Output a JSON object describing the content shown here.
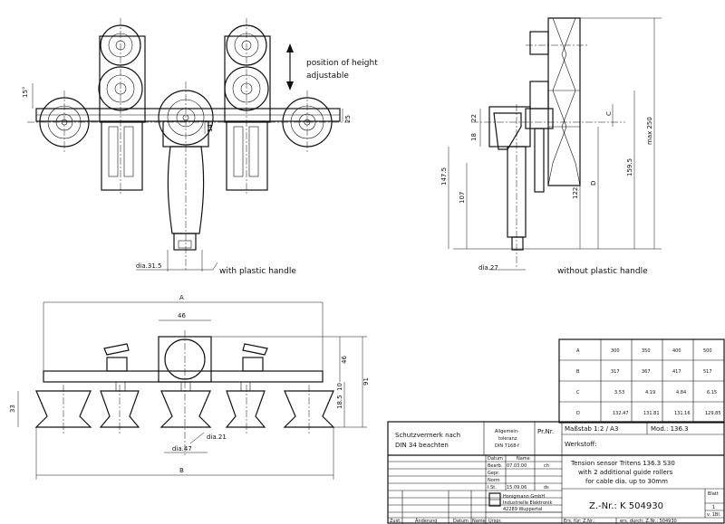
{
  "labels": {
    "height_note_1": "position of height",
    "height_note_2": "adjustable",
    "with_handle": "with plastic handle",
    "without_handle": "without plastic handle",
    "dia_31_5": "dia.31.5",
    "dia_27": "dia.27",
    "dia_47": "dia.47",
    "dia_21": "dia.21"
  },
  "dimensions": {
    "front": [
      "15°",
      "25",
      "14"
    ],
    "side": [
      "22",
      "18",
      "147.5",
      "107",
      "122",
      "D",
      "159.5",
      "max 250",
      "C"
    ],
    "bottom": [
      "A",
      "46",
      "B",
      "33",
      "46",
      "91",
      "18.5",
      "10"
    ]
  },
  "table": {
    "rows": [
      {
        "label": "A",
        "values": [
          "300",
          "350",
          "400",
          "500"
        ]
      },
      {
        "label": "B",
        "values": [
          "317",
          "367",
          "417",
          "517"
        ]
      },
      {
        "label": "C",
        "values": [
          "3.53",
          "4.19",
          "4.84",
          "6.15"
        ]
      },
      {
        "label": "D",
        "values": [
          "132.47",
          "131.81",
          "131.16",
          "129.85"
        ]
      }
    ]
  },
  "title_block": {
    "protection_1": "Schutzvermerk nach",
    "protection_2": "DIN 34 beachten",
    "tolerance_1": "Allgemein-",
    "tolerance_2": "toleranz",
    "tolerance_3": "DIN 7168-f",
    "pr_nr": "Pr.Nr.",
    "scale": "Maßstab 1:2  /  A3",
    "mod": "Mod.: 136.3",
    "material": "Werkstoff:",
    "desc_1": "Tension sensor Tritens 136.3 S30",
    "desc_2": "with 2 additional guide rollers",
    "desc_3": "for cable dia. up to 30mm",
    "datum": "Datum",
    "name": "Name",
    "bearb": "Bearb.",
    "bearb_date": "07.03.00",
    "bearb_name": "ch",
    "gepr": "Gepr.",
    "norm": "Norm",
    "lst": "I.St.",
    "lst_date": "15.09.06",
    "lst_name": "ds",
    "company_1": "Honigmann GmbH",
    "company_2": "Industrielle Elektronik",
    "company_3": "42289 Wuppertal",
    "z_nr": "Z.-Nr.: K 504930",
    "blatt": "Blatt",
    "blatt_nr": "1",
    "v": "v. 1Bl.",
    "footer_zust": "Zust.",
    "footer_aend": "Änderung",
    "footer_datum": "Datum",
    "footer_name": "Name",
    "footer_urspr": "Urspr.",
    "footer_ers_fuer": "Ers. für: Z.Nr.:",
    "footer_ers_durch": "ers. durch: Z.Nr.: 504930"
  }
}
